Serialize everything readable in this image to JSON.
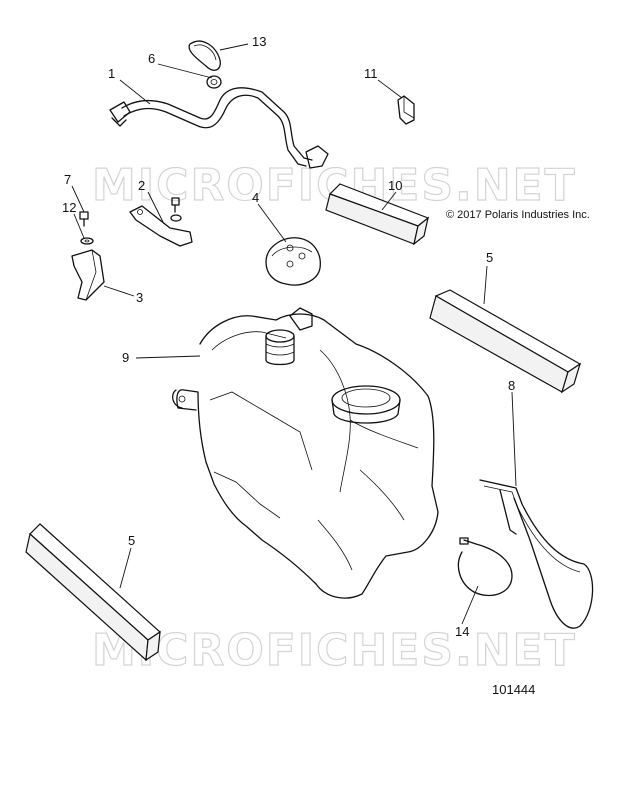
{
  "watermarks": [
    "MICROFICHES.NET",
    "MICROFICHES.NET"
  ],
  "copyright": "© 2017 Polaris Industries Inc.",
  "figure_number": "101444",
  "callouts": [
    {
      "id": "c1",
      "label": "1"
    },
    {
      "id": "c2",
      "label": "2"
    },
    {
      "id": "c3",
      "label": "3"
    },
    {
      "id": "c4",
      "label": "4"
    },
    {
      "id": "c5a",
      "label": "5"
    },
    {
      "id": "c5b",
      "label": "5"
    },
    {
      "id": "c6",
      "label": "6"
    },
    {
      "id": "c7",
      "label": "7"
    },
    {
      "id": "c8",
      "label": "8"
    },
    {
      "id": "c9",
      "label": "9"
    },
    {
      "id": "c10",
      "label": "10"
    },
    {
      "id": "c11",
      "label": "11"
    },
    {
      "id": "c12",
      "label": "12"
    },
    {
      "id": "c13",
      "label": "13"
    },
    {
      "id": "c14",
      "label": "14"
    }
  ]
}
